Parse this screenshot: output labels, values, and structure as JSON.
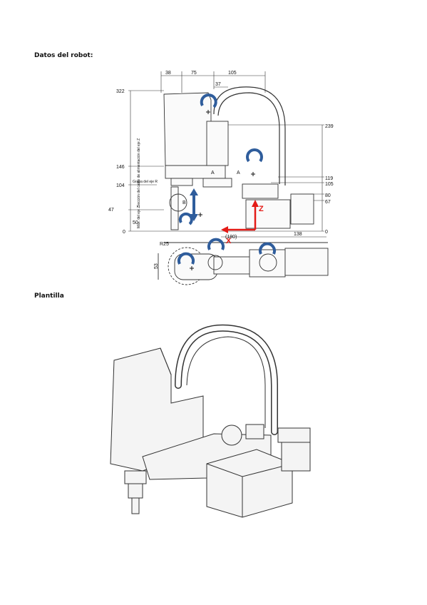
{
  "sections": {
    "robot_data_title": "Datos del robot:",
    "template_title": "Plantilla"
  },
  "drawing": {
    "dims_top": [
      "38",
      "75",
      "37",
      "105"
    ],
    "dims_left": [
      "322",
      "146",
      "104",
      "47",
      "50"
    ],
    "dims_right": [
      "239",
      "119",
      "105",
      "80",
      "67",
      "0"
    ],
    "dim_0_left": "0",
    "dim_138": "138",
    "dim_ref": "(180)",
    "dim_53": "53",
    "dim_r": "R25",
    "label_grapa": "Grapa del eje R",
    "label_a1": "A",
    "label_a2": "A",
    "label_b": "B",
    "label_cable": "Sección del cable de alimentación del eje Z",
    "label_max": "Máx. del eje Z",
    "axis_z": "Z",
    "axis_x": "X"
  },
  "colors": {
    "arrow_blue": "#2f5d9c",
    "axis_red": "#e41b17",
    "line": "#333333"
  }
}
